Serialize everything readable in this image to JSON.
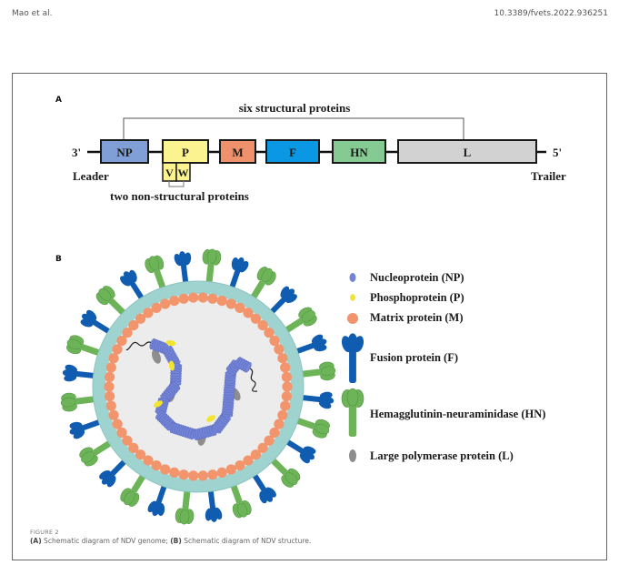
{
  "header": {
    "authors": "Mao et al.",
    "doi": "10.3389/fvets.2022.936251"
  },
  "figure": {
    "label": "FIGURE 2",
    "caption": {
      "part_a_tag": "(A)",
      "part_a_text": " Schematic diagram of NDV genome; ",
      "part_b_tag": "(B)",
      "part_b_text": " Schematic diagram of NDV structure."
    }
  },
  "panel_a": {
    "label": "A",
    "top_bracket_label": "six structural proteins",
    "bottom_bracket_label": "two non-structural proteins",
    "end_3": "3'",
    "end_5": "5'",
    "leader": "Leader",
    "trailer": "Trailer",
    "genes": [
      {
        "name": "NP",
        "color": "#7f9fd6"
      },
      {
        "name": "P",
        "color": "#fbf38f"
      },
      {
        "name": "M",
        "color": "#ef916b"
      },
      {
        "name": "F",
        "color": "#0a97e3"
      },
      {
        "name": "HN",
        "color": "#86ca93"
      },
      {
        "name": "L",
        "color": "#d2d2d2"
      }
    ],
    "nonstructural": [
      {
        "name": "V",
        "color": "#fbf38f"
      },
      {
        "name": "W",
        "color": "#fbf38f"
      }
    ]
  },
  "panel_b": {
    "label": "B",
    "colors": {
      "nucleoprotein": "#7383d6",
      "phosphoprotein": "#f3e42e",
      "matrix": "#f2956c",
      "fusion": "#0f5cb0",
      "hn": "#6cb457",
      "polymerase": "#8e8e8e",
      "envelope": "#9fd3d0",
      "interior": "#ececec"
    },
    "legend": [
      {
        "key": "np",
        "label": "Nucleoprotein (NP)"
      },
      {
        "key": "p",
        "label": "Phosphoprotein (P)"
      },
      {
        "key": "m",
        "label": "Matrix protein (M)"
      },
      {
        "key": "f",
        "label": "Fusion protein (F)"
      },
      {
        "key": "hn",
        "label": "Hemagglutinin-neuraminidase (HN)"
      },
      {
        "key": "l",
        "label": "Large polymerase protein (L)"
      }
    ]
  }
}
